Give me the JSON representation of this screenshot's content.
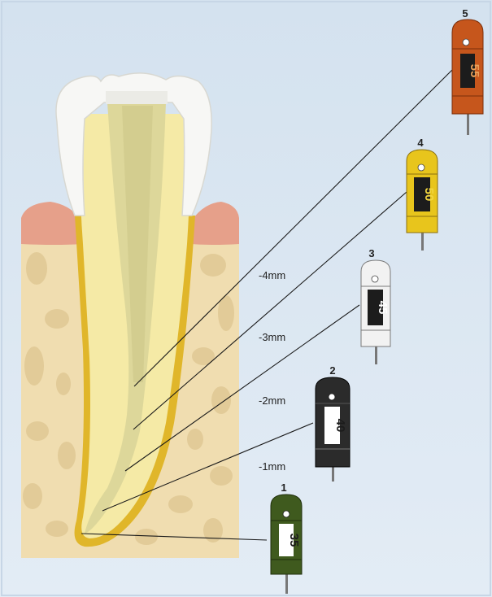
{
  "depth_labels": [
    "-4mm",
    "-3mm",
    "-2mm",
    "-1mm"
  ],
  "instruments": [
    {
      "number": "1",
      "size": "35",
      "color": "#3f5a1e"
    },
    {
      "number": "2",
      "size": "40",
      "color": "#2b2b2b"
    },
    {
      "number": "3",
      "size": "45",
      "color": "#f2f2f2"
    },
    {
      "number": "4",
      "size": "50",
      "color": "#e8c51c"
    },
    {
      "number": "5",
      "size": "55",
      "color": "#c6561c"
    }
  ],
  "colors": {
    "background": "#d9e6f2",
    "bone": "#f0ddb0",
    "gum": "#e6a08a",
    "enamel": "#f7f7f5",
    "dentin": "#f5eaa6",
    "canal": "#ddd79a",
    "outline": "#e0b62a"
  }
}
